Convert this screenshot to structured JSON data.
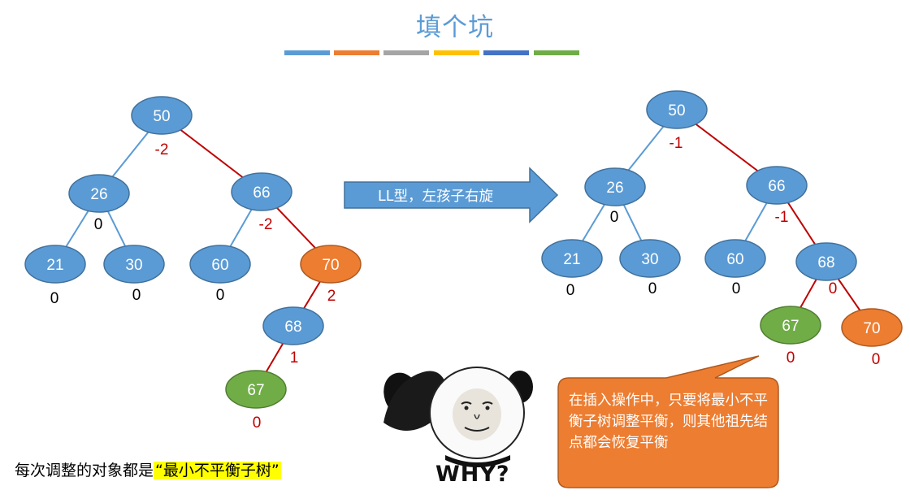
{
  "title": "填个坑",
  "colors": {
    "node": "#5b9bd5",
    "node_stroke": "#41719c",
    "unbalanced": "#ed7d31",
    "new_node": "#70ad47",
    "red_edge": "#c00000",
    "blue_edge": "#5b9bd5",
    "color_bar": [
      "#5b9bd5",
      "#ed7d31",
      "#a5a5a5",
      "#ffc000",
      "#4472c4",
      "#70ad47"
    ]
  },
  "arrow": {
    "label": "LL型，左孩子右旋"
  },
  "before_tree": {
    "nodes": [
      {
        "id": "b50",
        "value": "50",
        "balance": "-2",
        "role": "normal"
      },
      {
        "id": "b26",
        "value": "26",
        "balance": "0",
        "role": "normal"
      },
      {
        "id": "b66",
        "value": "66",
        "balance": "-2",
        "role": "normal"
      },
      {
        "id": "b21",
        "value": "21",
        "balance": "0",
        "role": "normal"
      },
      {
        "id": "b30",
        "value": "30",
        "balance": "0",
        "role": "normal"
      },
      {
        "id": "b60",
        "value": "60",
        "balance": "0",
        "role": "normal"
      },
      {
        "id": "b70",
        "value": "70",
        "balance": "2",
        "role": "unbalanced"
      },
      {
        "id": "b68",
        "value": "68",
        "balance": "1",
        "role": "normal"
      },
      {
        "id": "b67",
        "value": "67",
        "balance": "0",
        "role": "new"
      }
    ]
  },
  "after_tree": {
    "nodes": [
      {
        "id": "a50",
        "value": "50",
        "balance": "-1",
        "role": "normal"
      },
      {
        "id": "a26",
        "value": "26",
        "balance": "0",
        "role": "normal"
      },
      {
        "id": "a66",
        "value": "66",
        "balance": "-1",
        "role": "normal"
      },
      {
        "id": "a21",
        "value": "21",
        "balance": "0",
        "role": "normal"
      },
      {
        "id": "a30",
        "value": "30",
        "balance": "0",
        "role": "normal"
      },
      {
        "id": "a60",
        "value": "60",
        "balance": "0",
        "role": "normal"
      },
      {
        "id": "a68",
        "value": "68",
        "balance": "0",
        "role": "normal"
      },
      {
        "id": "a67",
        "value": "67",
        "balance": "0",
        "role": "new"
      },
      {
        "id": "a70",
        "value": "70",
        "balance": "0",
        "role": "unbalanced"
      }
    ]
  },
  "caption": {
    "prefix": "每次调整的对象都是",
    "highlight": "“最小不平衡子树”"
  },
  "note": {
    "text": "在插入操作中，只要将最小不平衡子树调整平衡，则其他祖先结点都会恢复平衡"
  },
  "meme": {
    "label": "WHY?"
  }
}
